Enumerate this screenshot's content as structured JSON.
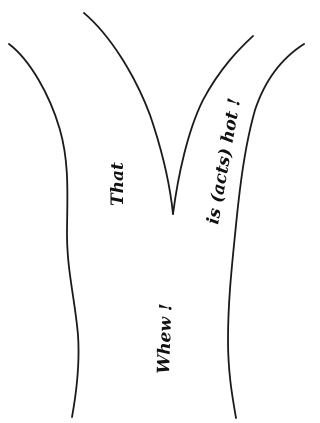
{
  "labels": {
    "left_branch": "That",
    "right_branch": "is (acts) hot !",
    "trunk": "Whew !"
  }
}
